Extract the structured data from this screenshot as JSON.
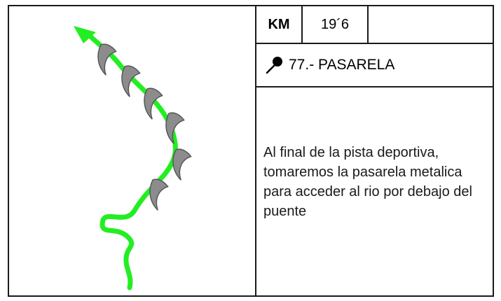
{
  "card": {
    "km_label": "KM",
    "km_value": "19´6",
    "place_icon": "pin-icon",
    "place_name": "77.- PASARELA",
    "description": "Al final de la pista deportiva, tomaremos la pasarela metalica para acceder al rio por debajo del puente"
  },
  "diagram": {
    "route_color": "#22ee22",
    "arrow_color": "#22ee22",
    "marker_color": "#8c8c8c",
    "marker_icon": "crescent-marker-icon"
  }
}
